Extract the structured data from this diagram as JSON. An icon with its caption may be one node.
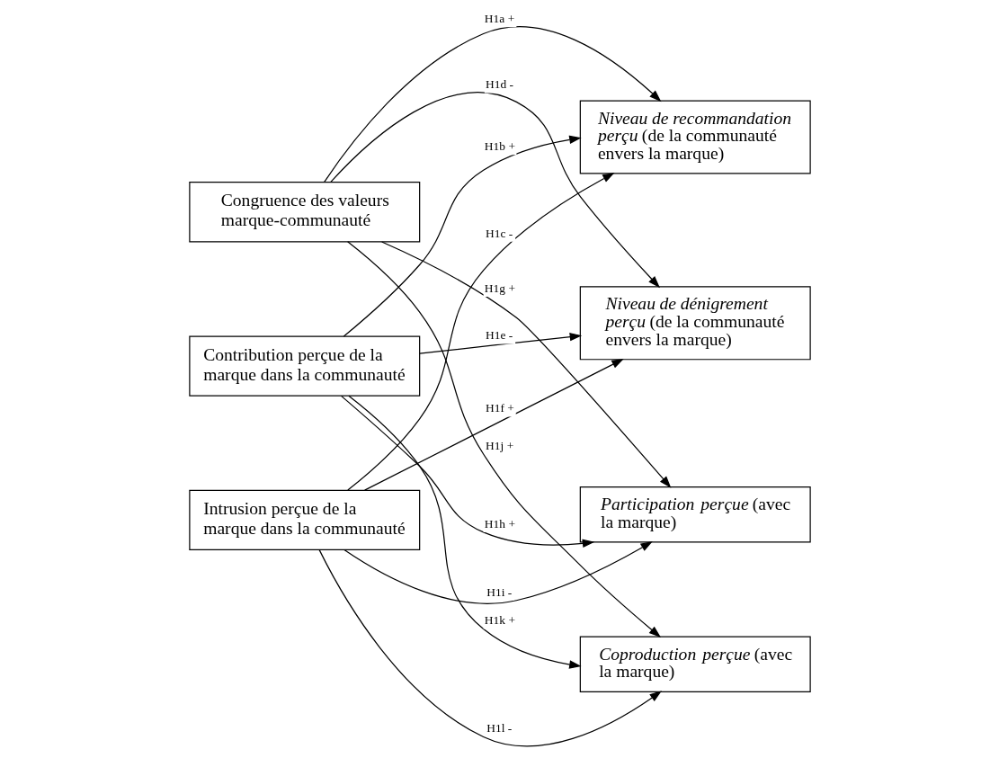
{
  "diagram": {
    "nodes": [
      {
        "text": [
          "Congruence des valeurs marque-communauté"
        ]
      },
      {
        "text": [
          "Contribution perçue de la marque dans la communauté"
        ]
      },
      {
        "text": [
          "Intrusion perçue de la marque dans la communauté"
        ]
      },
      {
        "text": [
          "*Niveau de recommandation perçu* (de la communauté envers la marque)"
        ]
      },
      {
        "text": [
          "*Niveau de dénigrement perçu* (de la communauté envers la marque)"
        ]
      },
      {
        "text": [
          "*Participation perçue* (avec la marque)"
        ]
      },
      {
        "text": [
          "*Coproduction perçue* (avec la marque)"
        ]
      }
    ],
    "edges": [
      {
        "from": 0,
        "to": 3,
        "arrow": "to",
        "label": "H1a +"
      },
      {
        "from": 0,
        "to": 4,
        "arrow": "to",
        "label": "H1d -"
      },
      {
        "from": 0,
        "to": 5,
        "arrow": "to",
        "label": "H1g +"
      },
      {
        "from": 0,
        "to": 6,
        "arrow": "to",
        "label": "H1j +"
      },
      {
        "from": 1,
        "to": 3,
        "arrow": "to",
        "label": "H1b +"
      },
      {
        "from": 1,
        "to": 4,
        "arrow": "to",
        "label": "H1e -"
      },
      {
        "from": 1,
        "to": 5,
        "arrow": "to",
        "label": "H1h +"
      },
      {
        "from": 1,
        "to": 6,
        "arrow": "to",
        "label": "H1k +"
      },
      {
        "from": 2,
        "to": 3,
        "arrow": "to",
        "label": "H1c -"
      },
      {
        "from": 2,
        "to": 4,
        "arrow": "to",
        "label": "H1f +"
      },
      {
        "from": 2,
        "to": 5,
        "arrow": "to",
        "label": "H1i -"
      },
      {
        "from": 2,
        "to": 6,
        "arrow": "to",
        "label": "H1l -"
      }
    ]
  }
}
